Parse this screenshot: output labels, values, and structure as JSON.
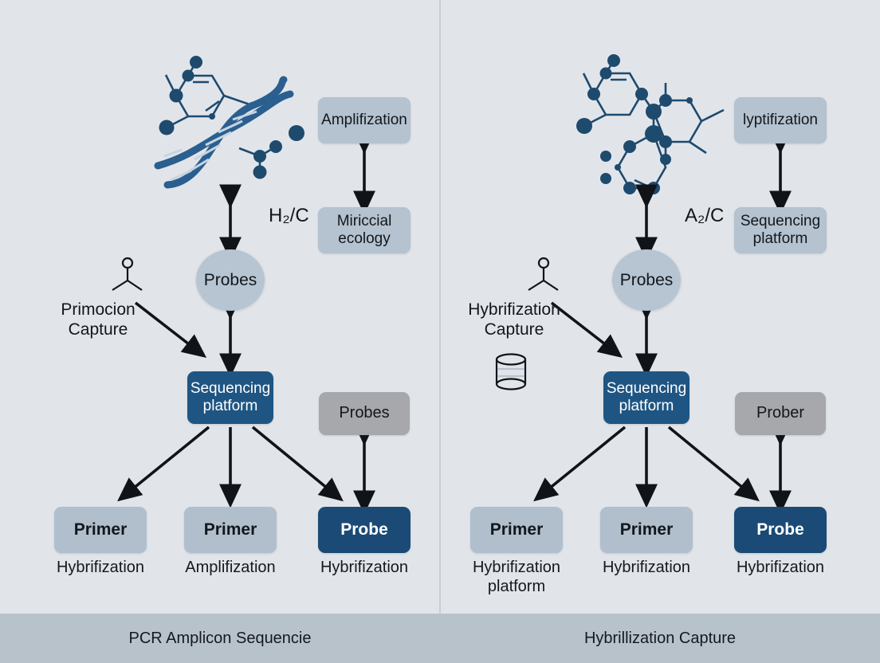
{
  "footer": {
    "left_label": "PCR Amplicon Sequencie",
    "right_label": "Hybrillization Capture"
  },
  "colors": {
    "background": "#e1e5ea",
    "footer": "#b8c2cb",
    "light_blue": "#b5c2cf",
    "steel_blue": "#b1bfcd",
    "gray": "#a7a8ab",
    "navy": "#1f5582",
    "probe_navy": "#1a4a75",
    "circle": "#b7c4d1",
    "molecule": "#1e4a6e",
    "divider": "#c9ced4"
  },
  "left_panel": {
    "molecule_icon": "dna-molecule-icon",
    "formula": "H₂/C",
    "top_box": "Amplifization",
    "second_box": "Miriccial\necology",
    "circle": "Probes",
    "capture_label": "Primocion\nCapture",
    "capture_icon": "dna-helix-icon",
    "capture_molecule_icon": "formaldehyde-molecule-icon",
    "platform_box": "Sequencing\nplatform",
    "side_box": "Probes",
    "bottom_items": [
      {
        "box": "Primer",
        "caption": "Hybrifization",
        "style": "steel"
      },
      {
        "box": "Primer",
        "caption": "Amplifization",
        "style": "steel"
      },
      {
        "box": "Probe",
        "caption": "Hybrifization",
        "style": "navy"
      }
    ]
  },
  "right_panel": {
    "molecule_icon": "dna-molecule-icon",
    "formula": "A₂/C",
    "top_box": "lyptifization",
    "second_box": "Sequencing\nplatform",
    "circle": "Probes",
    "capture_label": "Hybrifization\nCapture",
    "capture_icon": "sample-tube-icon",
    "capture_molecule_icon": "formaldehyde-molecule-icon",
    "platform_box": "Sequencing\nplatform",
    "side_box": "Prober",
    "bottom_items": [
      {
        "box": "Primer",
        "caption": "Hybrifization\nplatform",
        "style": "steel"
      },
      {
        "box": "Primer",
        "caption": "Hybrifization",
        "style": "steel"
      },
      {
        "box": "Probe",
        "caption": "Hybrifization",
        "style": "navy"
      }
    ]
  }
}
